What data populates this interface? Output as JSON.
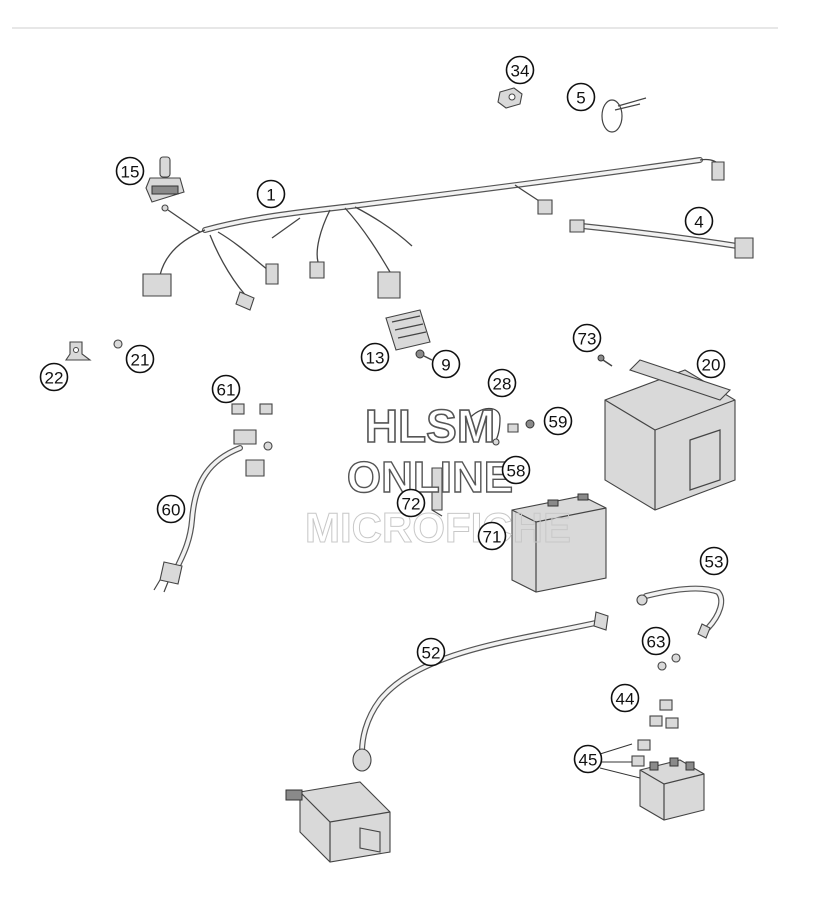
{
  "diagram": {
    "watermark": {
      "line1": "HLSM",
      "line2": "ONLINE",
      "line3": "MICROFICHE"
    },
    "callouts": [
      "34",
      "5",
      "15",
      "1",
      "4",
      "13",
      "9",
      "22",
      "21",
      "73",
      "20",
      "61",
      "28",
      "59",
      "58",
      "72",
      "71",
      "60",
      "53",
      "52",
      "63",
      "44",
      "45"
    ]
  }
}
